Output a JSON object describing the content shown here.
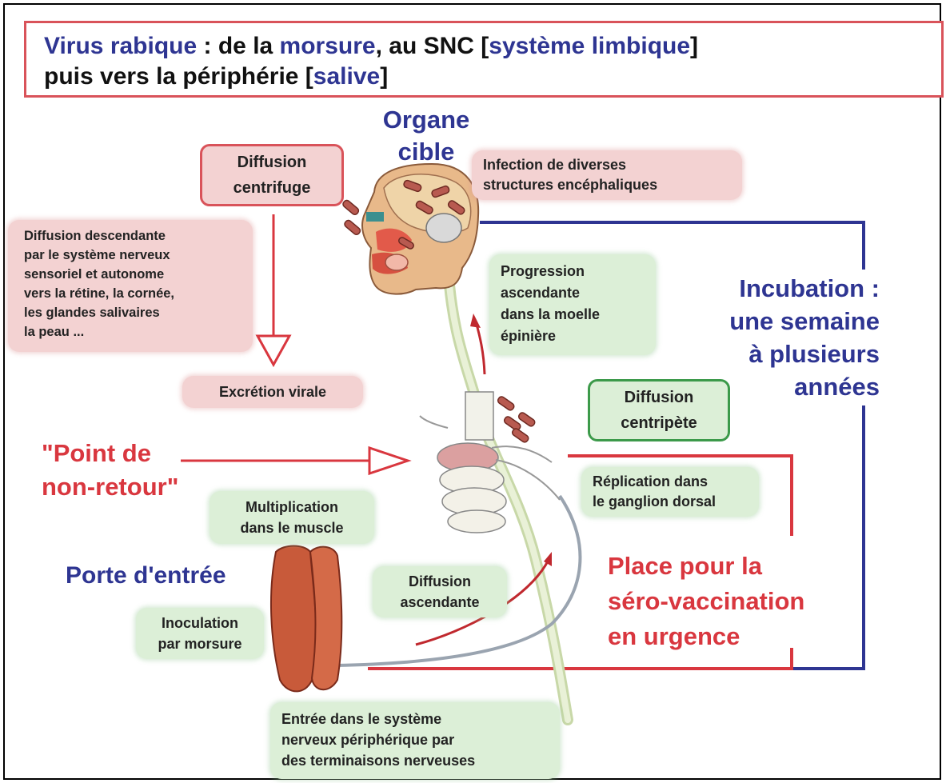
{
  "title": {
    "line1": {
      "a": "Virus rabique",
      "b": " : de la ",
      "c": "morsure",
      "d": ", au SNC [",
      "e": "système limbique",
      "f": "]"
    },
    "line2": {
      "a": "puis vers la périphérie [",
      "b": "salive",
      "c": "]"
    }
  },
  "labels": {
    "organe_cible": [
      "Organe",
      "cible"
    ],
    "diffusion_centrifuge": [
      "Diffusion",
      "centrifuge"
    ],
    "infection": [
      "Infection de diverses",
      "structures encéphaliques"
    ],
    "diffusion_descendante": [
      "Diffusion descendante",
      "par le système nerveux",
      "sensoriel et autonome",
      "vers la rétine, la cornée,",
      "les glandes salivaires",
      "la peau ..."
    ],
    "progression": [
      "Progression",
      "ascendante",
      "dans la moelle",
      "épinière"
    ],
    "incubation": [
      "Incubation :",
      "une semaine",
      "à plusieurs",
      "années"
    ],
    "excretion": "Excrétion virale",
    "diffusion_centripete": [
      "Diffusion",
      "centripète"
    ],
    "point_non_retour": [
      "\"Point de",
      "non-retour\""
    ],
    "replication": [
      "Réplication dans",
      "le ganglion dorsal"
    ],
    "multiplication": [
      "Multiplication",
      "dans le muscle"
    ],
    "porte_entree": "Porte d'entrée",
    "place_sero": [
      "Place pour la",
      "séro-vaccination",
      "en urgence"
    ],
    "diffusion_ascendante": [
      "Diffusion",
      "ascendante"
    ],
    "inoculation": [
      "Inoculation",
      "par morsure"
    ],
    "entree": [
      "Entrée dans le système",
      "nerveux périphérique par",
      "des terminaisons nerveuses"
    ]
  },
  "colors": {
    "red": "#d9373f",
    "blue": "#2e3592",
    "pink": "#f3d2d2",
    "green": "#dcefd7"
  }
}
